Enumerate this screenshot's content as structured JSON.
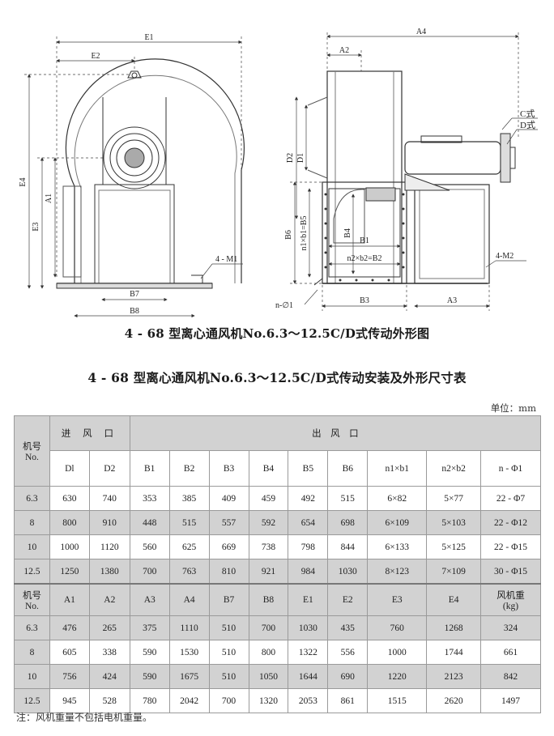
{
  "drawing_labels": {
    "e1": "E1",
    "e2": "E2",
    "e3": "E3",
    "e4": "E4",
    "a1": "A1",
    "b7": "B7",
    "b8": "B8",
    "m1": "4 - M1",
    "a2": "A2",
    "a4": "A4",
    "d2": "D2",
    "d1": "D1",
    "c_style": "C式",
    "d_style": "D式",
    "b6": "B6",
    "n1b1": "n1×b1=B5",
    "b4": "B4",
    "b1": "B1",
    "n2b2": "n2×b2=B2",
    "m2": "4-M2",
    "nphi": "n-∅1",
    "b3": "B3",
    "a3": "A3"
  },
  "caption1": "4 - 68 型离心通风机No.6.3～12.5C/D式传动外形图",
  "caption2": "4 - 68 型离心通风机No.6.3～12.5C/D式传动安装及外形尺寸表",
  "unit": "单位：mm",
  "table": {
    "machine_no": "机号",
    "no": "No.",
    "inlet": "进 风 口",
    "outlet": "出　风　口",
    "cols1": [
      "Dl",
      "D2",
      "B1",
      "B2",
      "B3",
      "B4",
      "B5",
      "B6",
      "n1×b1",
      "n2×b2",
      "n - Φ1"
    ],
    "rows1": [
      [
        "6.3",
        "630",
        "740",
        "353",
        "385",
        "409",
        "459",
        "492",
        "515",
        "6×82",
        "5×77",
        "22 - Φ7"
      ],
      [
        "8",
        "800",
        "910",
        "448",
        "515",
        "557",
        "592",
        "654",
        "698",
        "6×109",
        "5×103",
        "22 - Φ12"
      ],
      [
        "10",
        "1000",
        "1120",
        "560",
        "625",
        "669",
        "738",
        "798",
        "844",
        "6×133",
        "5×125",
        "22 - Φ15"
      ],
      [
        "12.5",
        "1250",
        "1380",
        "700",
        "763",
        "810",
        "921",
        "984",
        "1030",
        "8×123",
        "7×109",
        "30 - Φ15"
      ]
    ],
    "cols2": [
      "A1",
      "A2",
      "A3",
      "A4",
      "B7",
      "B8",
      "E1",
      "E2",
      "E3",
      "E4"
    ],
    "weight": "风机重",
    "weight_unit": "(kg)",
    "rows2": [
      [
        "6.3",
        "476",
        "265",
        "375",
        "1110",
        "510",
        "700",
        "1030",
        "435",
        "760",
        "1268",
        "324"
      ],
      [
        "8",
        "605",
        "338",
        "590",
        "1530",
        "510",
        "800",
        "1322",
        "556",
        "1000",
        "1744",
        "661"
      ],
      [
        "10",
        "756",
        "424",
        "590",
        "1675",
        "510",
        "1050",
        "1644",
        "690",
        "1220",
        "2123",
        "842"
      ],
      [
        "12.5",
        "945",
        "528",
        "780",
        "2042",
        "700",
        "1320",
        "2053",
        "861",
        "1515",
        "2620",
        "1497"
      ]
    ]
  },
  "note": "注：风机重量不包括电机重量。"
}
